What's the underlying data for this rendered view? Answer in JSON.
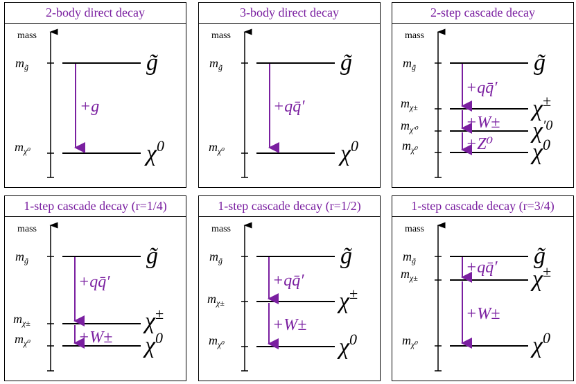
{
  "panels": [
    {
      "title": "2-body direct decay",
      "mass_label": "mass",
      "levels": [
        {
          "mass_label": "m",
          "mass_sub": "g̃",
          "particle": "g̃",
          "particle_sup": ""
        },
        {
          "mass_label": "m",
          "mass_sub": "χ⁰",
          "particle": "χ",
          "particle_sup": "0"
        }
      ],
      "transitions": [
        {
          "label": "+g"
        }
      ]
    },
    {
      "title": "3-body direct decay",
      "mass_label": "mass",
      "levels": [
        {
          "mass_label": "m",
          "mass_sub": "g̃",
          "particle": "g̃",
          "particle_sup": ""
        },
        {
          "mass_label": "m",
          "mass_sub": "χ⁰",
          "particle": "χ",
          "particle_sup": "0"
        }
      ],
      "transitions": [
        {
          "label": "+qq̄′"
        }
      ]
    },
    {
      "title": "2-step cascade decay",
      "mass_label": "mass",
      "levels": [
        {
          "mass_label": "m",
          "mass_sub": "g̃",
          "particle": "g̃",
          "particle_sup": ""
        },
        {
          "mass_label": "m",
          "mass_sub": "χ±",
          "particle": "χ",
          "particle_sup": "±"
        },
        {
          "mass_label": "m",
          "mass_sub": "χ′⁰",
          "particle": "χ",
          "particle_sup": "′0"
        },
        {
          "mass_label": "m",
          "mass_sub": "χ⁰",
          "particle": "χ",
          "particle_sup": "0"
        }
      ],
      "transitions": [
        {
          "label": "+qq̄′"
        },
        {
          "label": "+W±"
        },
        {
          "label": "+Z⁰"
        }
      ]
    },
    {
      "title": "1-step cascade decay (r=1/4)",
      "mass_label": "mass",
      "levels": [
        {
          "mass_label": "m",
          "mass_sub": "g̃",
          "particle": "g̃",
          "particle_sup": ""
        },
        {
          "mass_label": "m",
          "mass_sub": "χ±",
          "particle": "χ",
          "particle_sup": "±"
        },
        {
          "mass_label": "m",
          "mass_sub": "χ⁰",
          "particle": "χ",
          "particle_sup": "0"
        }
      ],
      "transitions": [
        {
          "label": "+qq̄′"
        },
        {
          "label": "+W±"
        }
      ]
    },
    {
      "title": "1-step cascade decay (r=1/2)",
      "mass_label": "mass",
      "levels": [
        {
          "mass_label": "m",
          "mass_sub": "g̃",
          "particle": "g̃",
          "particle_sup": ""
        },
        {
          "mass_label": "m",
          "mass_sub": "χ±",
          "particle": "χ",
          "particle_sup": "±"
        },
        {
          "mass_label": "m",
          "mass_sub": "χ⁰",
          "particle": "χ",
          "particle_sup": "0"
        }
      ],
      "transitions": [
        {
          "label": "+qq̄′"
        },
        {
          "label": "+W±"
        }
      ]
    },
    {
      "title": "1-step cascade decay (r=3/4)",
      "mass_label": "mass",
      "levels": [
        {
          "mass_label": "m",
          "mass_sub": "g̃",
          "particle": "g̃",
          "particle_sup": ""
        },
        {
          "mass_label": "m",
          "mass_sub": "χ±",
          "particle": "χ",
          "particle_sup": "±"
        },
        {
          "mass_label": "m",
          "mass_sub": "χ⁰",
          "particle": "χ",
          "particle_sup": "0"
        }
      ],
      "transitions": [
        {
          "label": "+qq̄′"
        },
        {
          "label": "+W±"
        }
      ]
    }
  ],
  "colors": {
    "accent": "#7a1fa0",
    "line": "#000000"
  }
}
